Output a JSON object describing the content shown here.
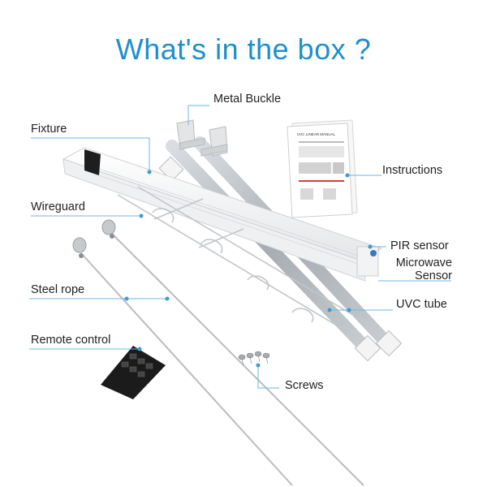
{
  "title": "What's in the box ?",
  "labels": {
    "metal_buckle": "Metal Buckle",
    "fixture": "Fixture",
    "instructions": "Instructions",
    "wireguard": "Wireguard",
    "pir_sensor": "PIR sensor",
    "microwave_line1": "Microwave",
    "microwave_line2": "Sensor",
    "steel_rope": "Steel rope",
    "uvc_tube": "UVC tube",
    "remote_control": "Remote control",
    "screws": "Screws"
  },
  "manual": {
    "heading": "UVC LINEAR MANUAL"
  },
  "colors": {
    "title": "#1f8fcb",
    "leader_line": "#6fb7e0",
    "dot": "#3d9bd6"
  }
}
